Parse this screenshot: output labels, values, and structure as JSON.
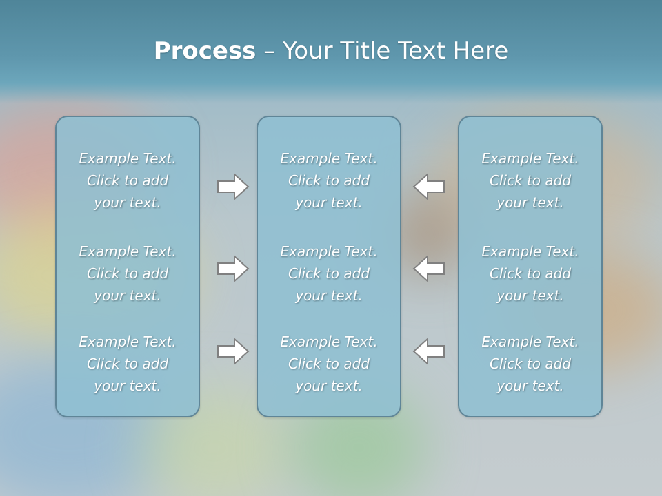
{
  "slide": {
    "title_bold": "Process",
    "title_rest": " – Your Title Text Here",
    "colors": {
      "header": "#5f97ad",
      "box_fill": "#8fbfd2",
      "box_border": "#5f8597",
      "text": "#ffffff",
      "arrow_fill": "#ffffff",
      "arrow_stroke": "#808080"
    }
  },
  "columns": [
    {
      "items": [
        "Example Text.\nClick  to add\nyour text.",
        "Example Text.\nClick  to add\nyour text.",
        "Example Text.\nClick  to add\nyour text."
      ]
    },
    {
      "items": [
        "Example Text.\nClick  to add\nyour text.",
        "Example Text.\nClick  to add\nyour text.",
        "Example Text.\nClick  to add\nyour text."
      ]
    },
    {
      "items": [
        "Example Text.\nClick  to add\nyour text.",
        "Example Text.\nClick  to add\nyour text.",
        "Example Text.\nClick  to add\nyour text."
      ]
    }
  ],
  "arrows": {
    "left_group": [
      "right-arrow-icon",
      "right-arrow-icon",
      "right-arrow-icon"
    ],
    "right_group": [
      "left-arrow-icon",
      "left-arrow-icon",
      "left-arrow-icon"
    ]
  }
}
